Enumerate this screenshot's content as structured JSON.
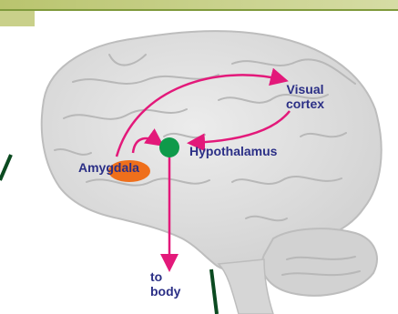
{
  "colors": {
    "header_strip": "#c9d08a",
    "header_line": "#7f9a3c",
    "brain": "#d8d8d8",
    "arrow": "#e3197a",
    "amygdala": "#ef6f1b",
    "hypothalamus": "#0e9a4a",
    "label_text": "#2b2f86",
    "pointer_lines": "#0b4a20"
  },
  "labels": {
    "visual_cortex": "Visual\ncortex",
    "hypothalamus": "Hypothalamus",
    "amygdala": "Amygdala",
    "to_body": "to\nbody"
  },
  "icons": {
    "brain": "brain-illustration"
  }
}
